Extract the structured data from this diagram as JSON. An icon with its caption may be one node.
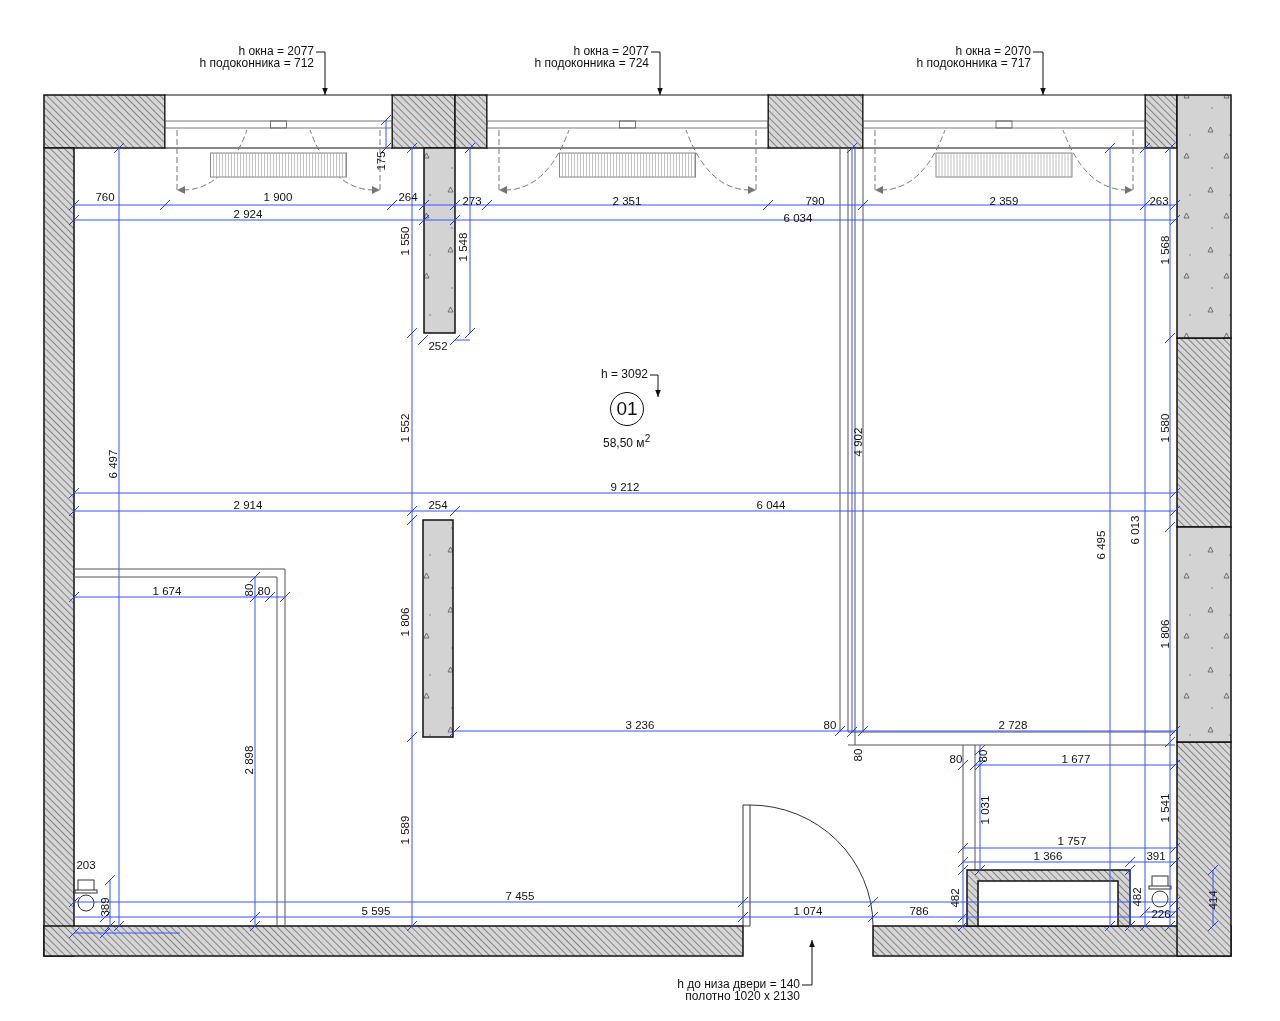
{
  "diagram": {
    "nodes": [
      {
        "text": [
          "h окна = 2077",
          "h подоконника = 712"
        ]
      },
      {
        "text": [
          "h окна = 2077",
          "h подоконника = 724"
        ]
      },
      {
        "text": [
          "h окна = 2070",
          "h подоконника = 717"
        ]
      },
      {
        "text": [
          "h = 3092"
        ]
      },
      {
        "text": [
          "01"
        ],
        "beside": [
          "58,50 м$^{2}$"
        ]
      },
      {
        "text": [
          "h до низа двери = 140",
          "полотно 1020 х 2130"
        ]
      },
      {
        "text": [],
        "shape": "window"
      },
      {
        "text": [],
        "shape": "window"
      },
      {
        "text": [],
        "shape": "window"
      },
      {
        "text": [],
        "shape": "door"
      }
    ],
    "edges": [
      {
        "from": 0,
        "to": 6,
        "arrow": "to"
      },
      {
        "from": 1,
        "to": 7,
        "arrow": "to"
      },
      {
        "from": 2,
        "to": 8,
        "arrow": "to"
      },
      {
        "from": 3,
        "to": null,
        "arrow": "to"
      },
      {
        "from": 5,
        "to": 9,
        "arrow": "to"
      }
    ],
    "labels": [
      "175",
      "760",
      "1 900",
      "264",
      "273",
      "2 351",
      "790",
      "2 359",
      "263",
      "2 924",
      "6 034",
      "1 550",
      "1 548",
      "1 568",
      "252",
      "6 497",
      "1 552",
      "4 902",
      "1 580",
      "9 212",
      "2 914",
      "254",
      "6 044",
      "6 495",
      "6 013",
      "1 674",
      "80",
      "80",
      "1 806",
      "1 806",
      "3 236",
      "80",
      "2 728",
      "2 898",
      "80",
      "80",
      "80",
      "1 677",
      "1 031",
      "1 541",
      "1 589",
      "1 757",
      "1 366",
      "391",
      "203",
      "7 455",
      "482",
      "482",
      "389",
      "5 595",
      "1 074",
      "786",
      "226",
      "414"
    ]
  }
}
